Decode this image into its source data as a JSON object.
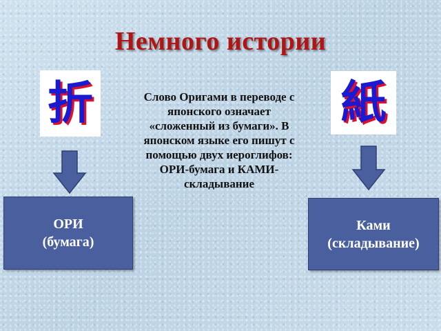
{
  "slide": {
    "title": "Немного истории",
    "description": "Слово Оригами в переводе с японского означает «сложенный из бумаги». В японском языке его пишут с помощью двух иероглифов: ОРИ-бумага и КАМИ- складывание"
  },
  "left": {
    "kanji": "折",
    "box_line1": "ОРИ",
    "box_line2": "(бумага)"
  },
  "right": {
    "kanji": "紙",
    "box_line1": "Ками",
    "box_line2": "(складывание)"
  },
  "colors": {
    "title": "#b01515",
    "kanji": "#1a1ad0",
    "kanji_shadow": "#e0102a",
    "box": "#4a5f9e",
    "arrow": "#4a5f9e",
    "background": "#c4d9e8"
  },
  "icons": {
    "arrow": "down-arrow-icon"
  }
}
